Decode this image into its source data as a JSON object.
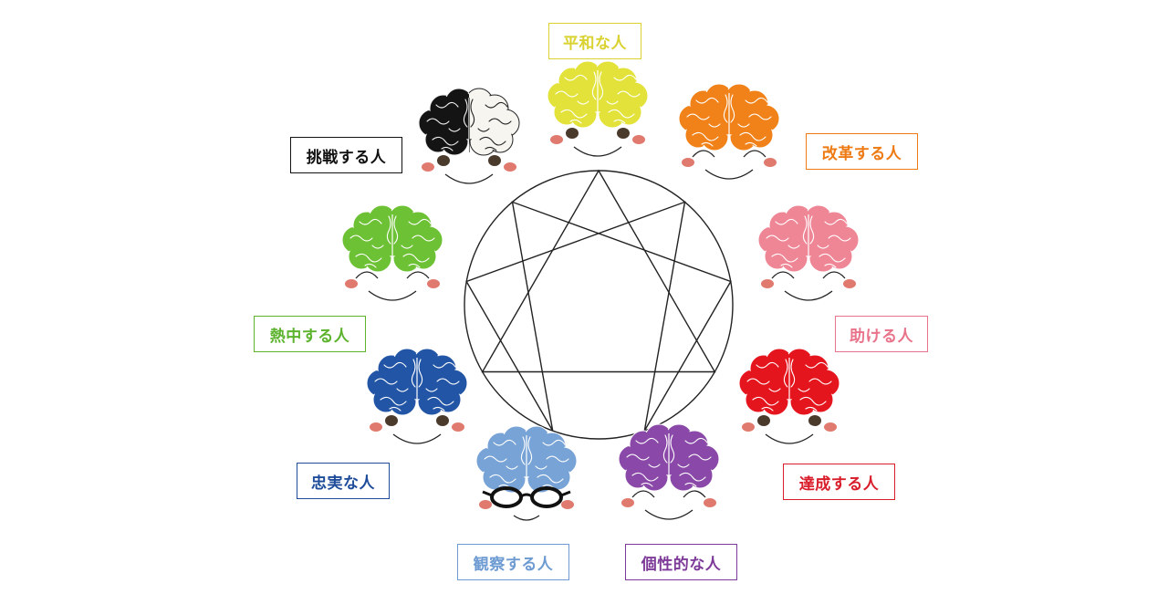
{
  "diagram": {
    "types": [
      {
        "id": "peace",
        "label": "平和な人",
        "color": "#d9d230",
        "hair": "#e3e23a",
        "eyes": "open",
        "glasses": false
      },
      {
        "id": "reform",
        "label": "改革する人",
        "color": "#ee7a14",
        "hair": "#f08219",
        "eyes": "smile",
        "glasses": false
      },
      {
        "id": "help",
        "label": "助ける人",
        "color": "#e8738a",
        "hair": "#ef8696",
        "eyes": "smile",
        "glasses": false
      },
      {
        "id": "achieve",
        "label": "達成する人",
        "color": "#d91d2a",
        "hair": "#e5151e",
        "eyes": "open",
        "glasses": false
      },
      {
        "id": "individual",
        "label": "個性的な人",
        "color": "#7d3a98",
        "hair": "#8a48a8",
        "eyes": "smile",
        "glasses": false
      },
      {
        "id": "observe",
        "label": "観察する人",
        "color": "#6d9bd2",
        "hair": "#78a3d6",
        "eyes": "none",
        "glasses": true
      },
      {
        "id": "loyal",
        "label": "忠実な人",
        "color": "#1e4c9a",
        "hair": "#2255a6",
        "eyes": "open",
        "glasses": false
      },
      {
        "id": "enthusiast",
        "label": "熱中する人",
        "color": "#5cb32e",
        "hair": "#6dc134",
        "eyes": "smile",
        "glasses": false
      },
      {
        "id": "challenge",
        "label": "挑戦する人",
        "color": "#111111",
        "hair": "split",
        "eyes": "open",
        "glasses": false
      }
    ]
  }
}
